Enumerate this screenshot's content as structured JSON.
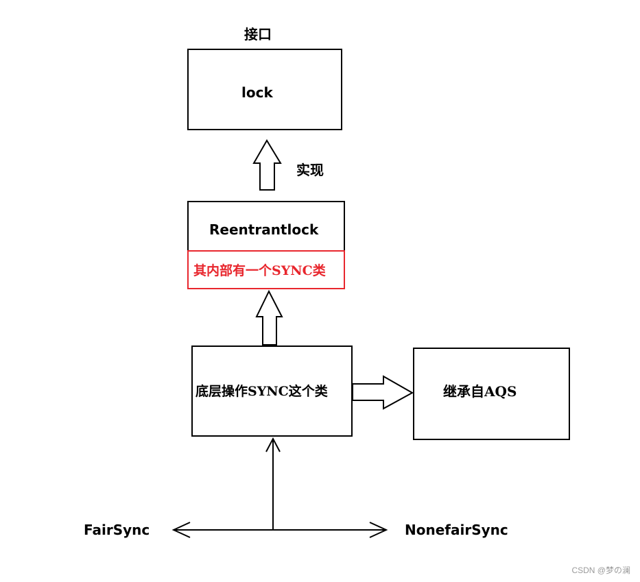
{
  "diagram": {
    "interface_label": "接口",
    "lock_box": "lock",
    "implements_label": "实现",
    "reentrant_box": "Reentrantlock",
    "reentrant_note": "其内部有一个SYNC类",
    "sync_box": "底层操作SYNC这个类",
    "aqs_box": "继承自AQS",
    "fair_label": "FairSync",
    "nonfair_label": "NonefairSync",
    "note_color": "#e8262d"
  },
  "watermark": "CSDN @梦の澜"
}
